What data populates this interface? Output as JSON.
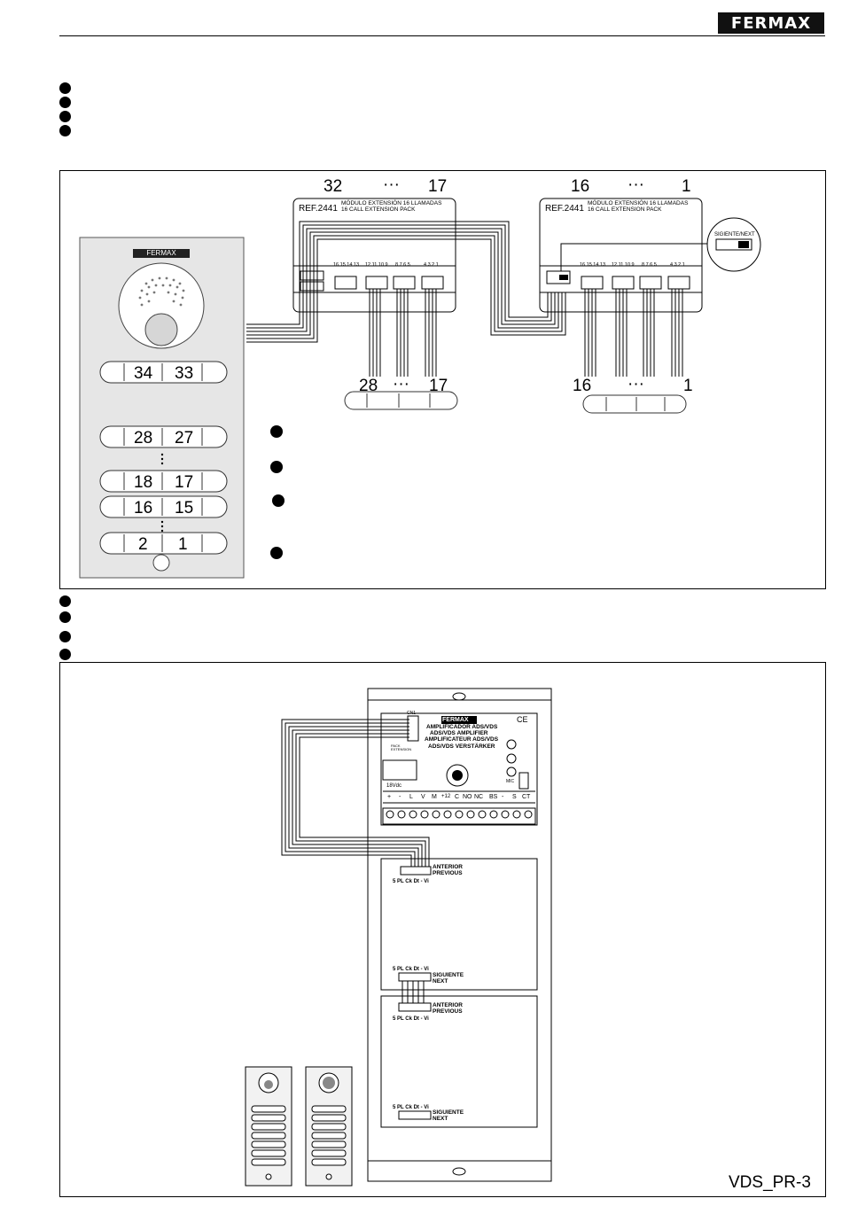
{
  "header": {
    "brand": "FERMAX"
  },
  "figure1": {
    "modules": [
      {
        "ref": "REF.2441",
        "title_es": "MÓDULO EXTENSIÓN  16 LLAMADAS",
        "title_en": "16 CALL EXTENSION PACK",
        "range_left": "32",
        "range_dots": "···",
        "range_right": "17",
        "pins": [
          "16 15 14 13",
          "12 11 10 9",
          "8 7 6 5",
          "4 3 2 1"
        ]
      },
      {
        "ref": "REF.2441",
        "title_es": "MÓDULO EXTENSIÓN  16 LLAMADAS",
        "title_en": "16 CALL EXTENSION PACK",
        "range_left": "16",
        "range_dots": "···",
        "range_right": "1",
        "pins": [
          "16 15 14 13",
          "12 11 10 9",
          "8 7 6 5",
          "4 3 2 1"
        ]
      }
    ],
    "jumper_label": "SIGIENTE/NEXT",
    "button_strips": [
      {
        "left": "28",
        "dots": "···",
        "right": "17"
      },
      {
        "left": "16",
        "dots": "···",
        "right": "1"
      }
    ],
    "panel": {
      "brand": "FERMAX",
      "buttons": [
        {
          "left": "34",
          "right": "33"
        },
        {
          "left": "28",
          "right": "27"
        },
        {
          "left": "18",
          "right": "17"
        },
        {
          "left": "16",
          "right": "15"
        },
        {
          "left": "2",
          "right": "1"
        }
      ]
    }
  },
  "figure2": {
    "amplifier": {
      "brand": "FERMAX",
      "title_lines": [
        "AMPLIFICADOR ADS/VDS",
        "ADS/VDS AMPLIFIER",
        "AMPLIFICATEUR ADS/VDS",
        "ADS/VDS VERSTÄRKER"
      ],
      "connector": "CN1",
      "pack_label": "PACK EXTENSION",
      "power_label": "18Vdc",
      "terminals": [
        "+",
        "-",
        "L",
        "V",
        "M",
        "+12",
        "C",
        "NO",
        "NC",
        "BS",
        "-",
        "S",
        "CT"
      ],
      "mic_label": "MIC",
      "ce_mark": "CE"
    },
    "modules": [
      {
        "in_label": "ANTERIOR",
        "in_label_en": "PREVIOUS",
        "pins": "5 PL Ck Dt - Vi",
        "out_label": "SIGUIENTE",
        "out_label_en": "NEXT",
        "out_pins": "5 PL Ck Dt - Vi"
      },
      {
        "in_label": "ANTERIOR",
        "in_label_en": "PREVIOUS",
        "pins": "5 PL Ck Dt - Vi",
        "out_label": "SIGUIENTE",
        "out_label_en": "NEXT",
        "out_pins": "5 PL Ck Dt - Vi"
      }
    ]
  },
  "footer": {
    "code": "VDS_PR-3"
  }
}
